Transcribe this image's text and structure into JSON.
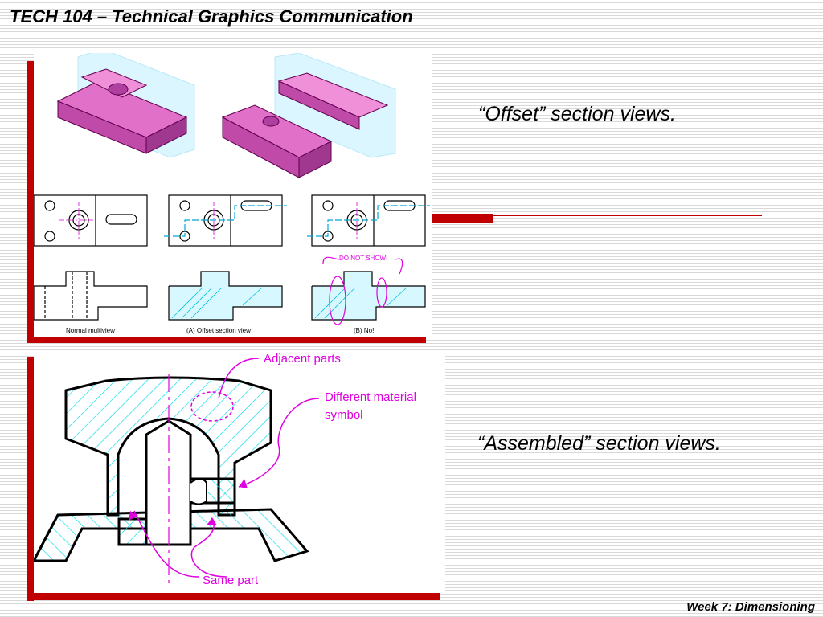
{
  "slide": {
    "title": "TECH 104 – Technical Graphics Communication",
    "footer": "Week 7: Dimensioning",
    "colors": {
      "accent_red": "#c00000",
      "magenta": "#e000e0",
      "cyan_hatch": "#00d8e8",
      "pink_solid": "#d050b8"
    }
  },
  "offset": {
    "caption": "“Offset” section views.",
    "labels": {
      "normal": "Normal multiview",
      "offset_view": "(A)  Offset section view",
      "no": "(B)  No!",
      "do_not_show": "DO NOT SHOW!"
    }
  },
  "assembled": {
    "caption": "“Assembled” section views.",
    "labels": {
      "adjacent": "Adjacent parts",
      "different_line1": "Different material",
      "different_line2": "symbol",
      "same": "Same part"
    }
  }
}
